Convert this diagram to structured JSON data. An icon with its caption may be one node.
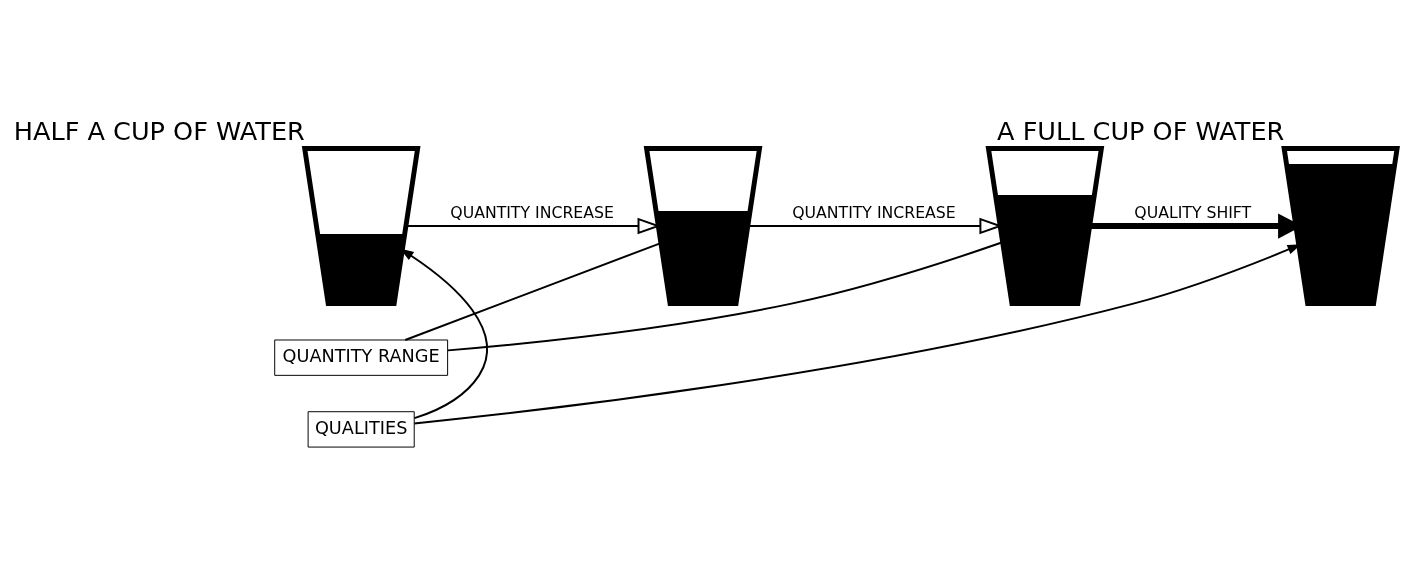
{
  "diagram": {
    "nodes": [
      {
        "text": [],
        "shape": "cup",
        "beside": [
          "HALF A CUP OF WATER"
        ]
      },
      {
        "text": [],
        "shape": "cup"
      },
      {
        "text": [],
        "shape": "cup"
      },
      {
        "text": [],
        "shape": "cup",
        "beside": [
          "A FULL CUP OF WATER"
        ]
      },
      {
        "text": [
          "QUANTITY RANGE"
        ]
      },
      {
        "text": [
          "QUALITIES"
        ]
      }
    ],
    "edges": [
      {
        "from": 0,
        "to": 1,
        "arrow": "to",
        "label": "QUANTITY INCREASE"
      },
      {
        "from": 1,
        "to": 2,
        "arrow": "to",
        "label": "QUANTITY INCREASE"
      },
      {
        "from": 2,
        "to": 3,
        "arrow": "to",
        "label": "QUALITY SHIFT",
        "style": "thick"
      },
      {
        "from": 4,
        "to": 1,
        "arrow": "none"
      },
      {
        "from": 4,
        "to": 2,
        "arrow": "none"
      },
      {
        "from": 5,
        "to": 0,
        "arrow": "to"
      },
      {
        "from": 5,
        "to": 3,
        "arrow": "to"
      }
    ]
  }
}
